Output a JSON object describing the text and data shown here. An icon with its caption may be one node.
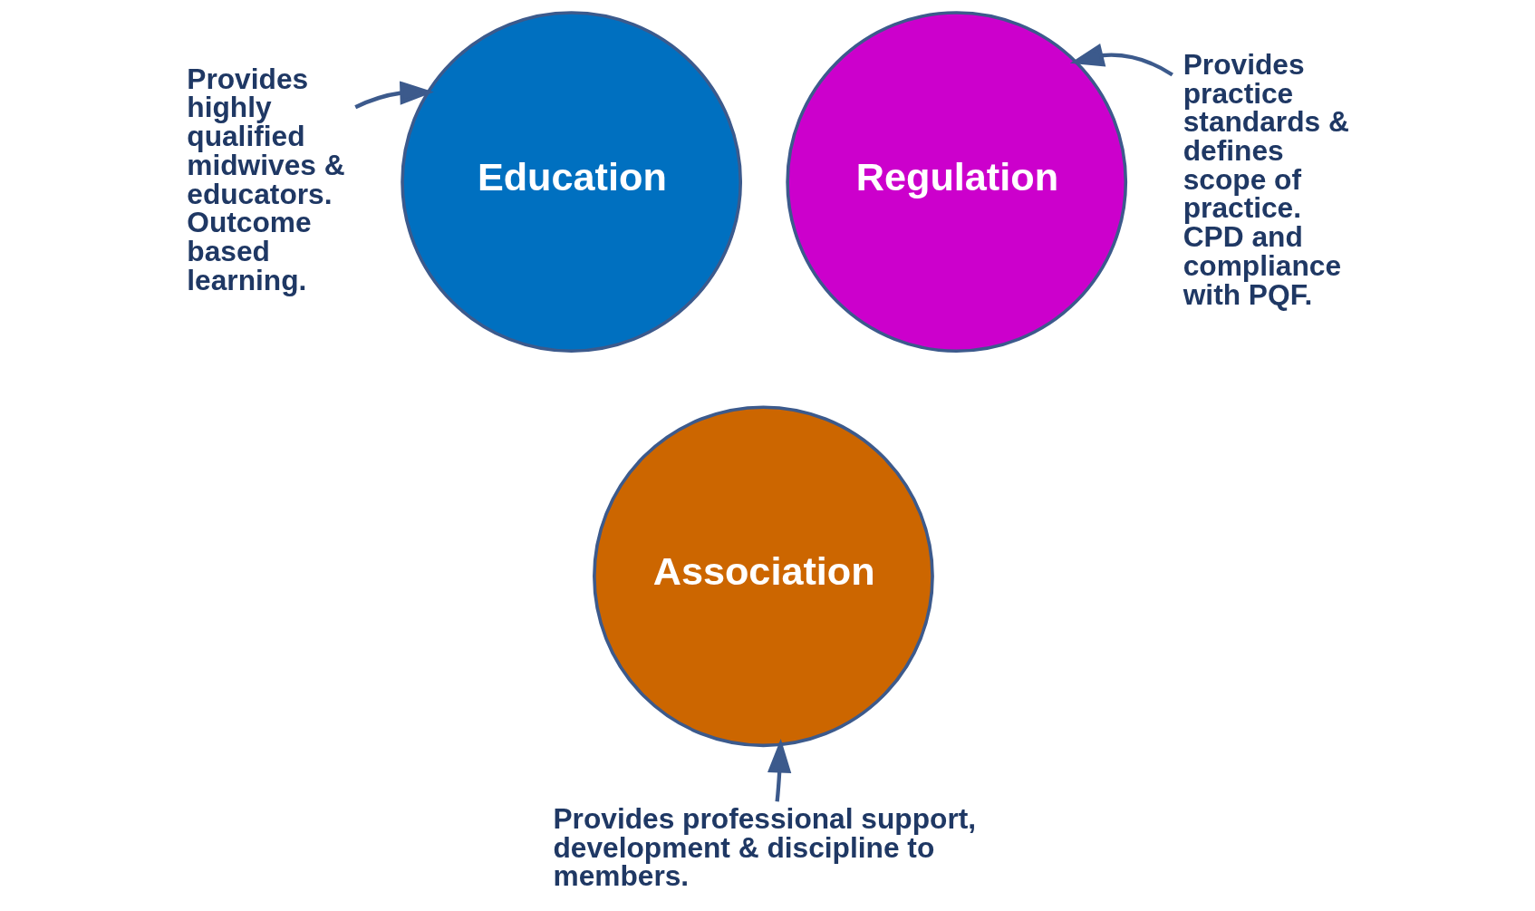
{
  "diagram": {
    "nodes": [
      {
        "text": [
          "Provides highly qualified midwives & educators. Outcome based learning."
        ]
      },
      {
        "text": [
          "Education"
        ]
      },
      {
        "text": [
          "Regulation"
        ]
      },
      {
        "text": [
          "Provides practice standards & defines scope of practice. CPD and compliance with PQF."
        ]
      },
      {
        "text": [
          "Association"
        ]
      },
      {
        "text": [
          "Provides professional support, development & discipline to members."
        ]
      }
    ],
    "edges": [
      {
        "from": 0,
        "to": 1,
        "arrow": "to"
      },
      {
        "from": 3,
        "to": 2,
        "arrow": "to"
      },
      {
        "from": 5,
        "to": 4,
        "arrow": "to"
      }
    ]
  }
}
